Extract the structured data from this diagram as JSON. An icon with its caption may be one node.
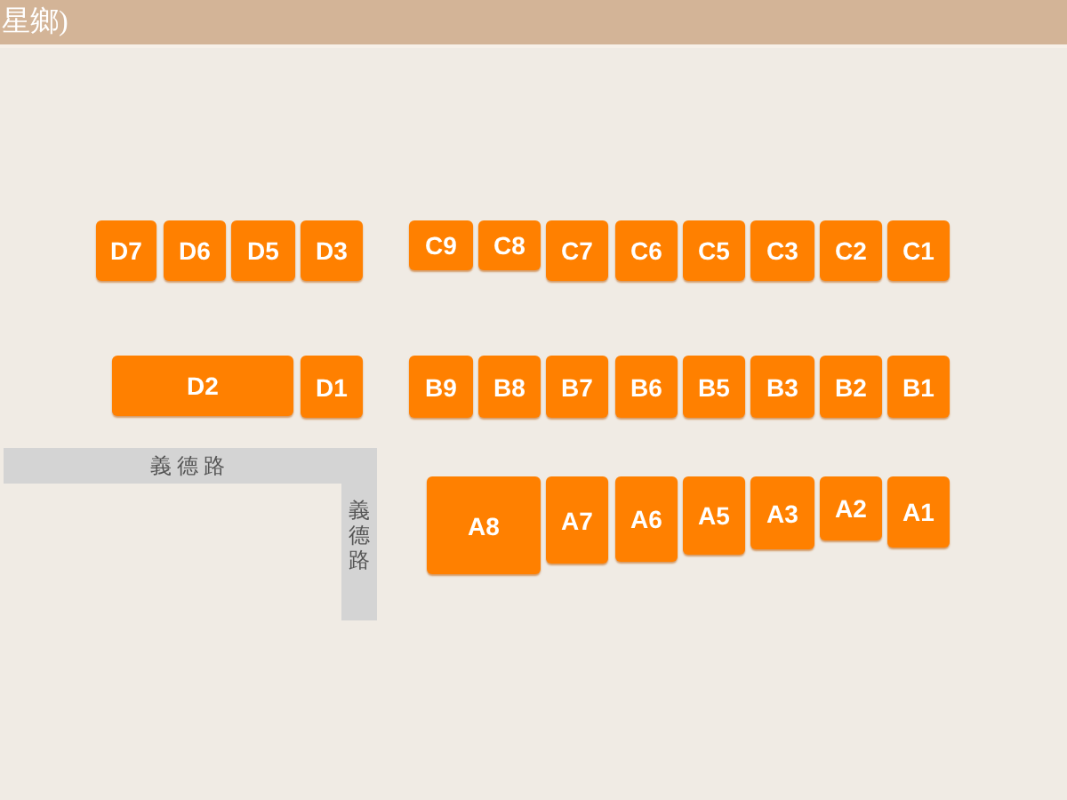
{
  "diagram": {
    "title": "星鄉)",
    "nodes": [
      {
        "text": [
          "D7"
        ]
      },
      {
        "text": [
          "D6"
        ]
      },
      {
        "text": [
          "D5"
        ]
      },
      {
        "text": [
          "D3"
        ]
      },
      {
        "text": [
          "C9"
        ]
      },
      {
        "text": [
          "C8"
        ]
      },
      {
        "text": [
          "C7"
        ]
      },
      {
        "text": [
          "C6"
        ]
      },
      {
        "text": [
          "C5"
        ]
      },
      {
        "text": [
          "C3"
        ]
      },
      {
        "text": [
          "C2"
        ]
      },
      {
        "text": [
          "C1"
        ]
      },
      {
        "text": [
          "D2"
        ]
      },
      {
        "text": [
          "D1"
        ]
      },
      {
        "text": [
          "B9"
        ]
      },
      {
        "text": [
          "B8"
        ]
      },
      {
        "text": [
          "B7"
        ]
      },
      {
        "text": [
          "B6"
        ]
      },
      {
        "text": [
          "B5"
        ]
      },
      {
        "text": [
          "B3"
        ]
      },
      {
        "text": [
          "B2"
        ]
      },
      {
        "text": [
          "B1"
        ]
      },
      {
        "text": [
          "義德路"
        ]
      },
      {
        "text": [
          "A8"
        ]
      },
      {
        "text": [
          "A7"
        ]
      },
      {
        "text": [
          "A6"
        ]
      },
      {
        "text": [
          "A5"
        ]
      },
      {
        "text": [
          "A3"
        ]
      },
      {
        "text": [
          "A2"
        ]
      },
      {
        "text": [
          "A1"
        ]
      },
      {
        "text": [
          "義德路"
        ]
      }
    ]
  }
}
